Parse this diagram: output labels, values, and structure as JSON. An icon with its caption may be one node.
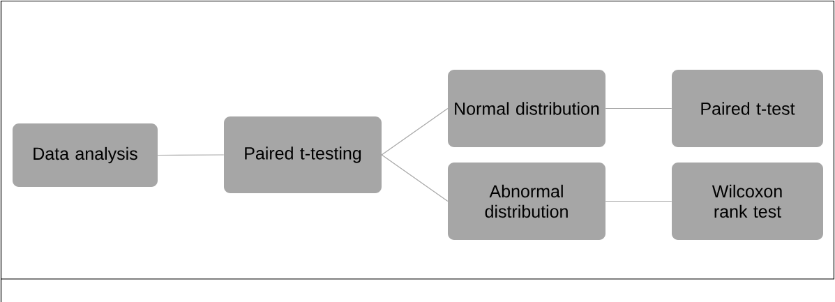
{
  "diagram": {
    "nodes": [
      {
        "text": [
          "Data analysis"
        ]
      },
      {
        "text": [
          "Paired t-testing"
        ]
      },
      {
        "text": [
          "Normal distribution"
        ]
      },
      {
        "text": [
          "Abnormal distribution"
        ]
      },
      {
        "text": [
          "Paired t-test"
        ]
      },
      {
        "text": [
          "Wilcoxon rank test"
        ]
      }
    ],
    "edges": [
      {
        "from": 0,
        "to": 1,
        "arrow": "none"
      },
      {
        "from": 1,
        "to": 2,
        "arrow": "none"
      },
      {
        "from": 1,
        "to": 3,
        "arrow": "none"
      },
      {
        "from": 2,
        "to": 4,
        "arrow": "none"
      },
      {
        "from": 3,
        "to": 5,
        "arrow": "none"
      }
    ]
  }
}
